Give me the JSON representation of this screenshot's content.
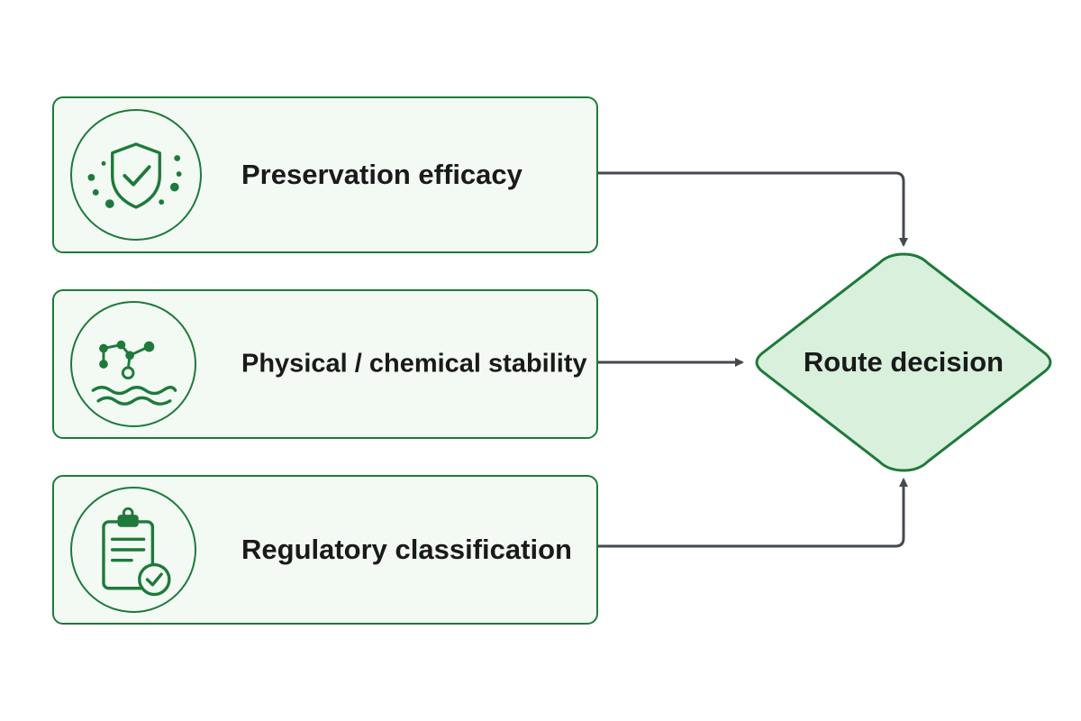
{
  "factors": [
    {
      "label": "Preservation efficacy",
      "icon": "shield-check-icon"
    },
    {
      "label": "Physical / chemical stability",
      "icon": "molecule-waves-icon"
    },
    {
      "label": "Regulatory classification",
      "icon": "clipboard-check-icon"
    }
  ],
  "decision": {
    "label": "Route decision"
  },
  "colors": {
    "accent": "#1e7a3a",
    "card_fill": "#f3faf4",
    "decision_fill": "#d8f0dc",
    "connector": "#444a4f"
  }
}
